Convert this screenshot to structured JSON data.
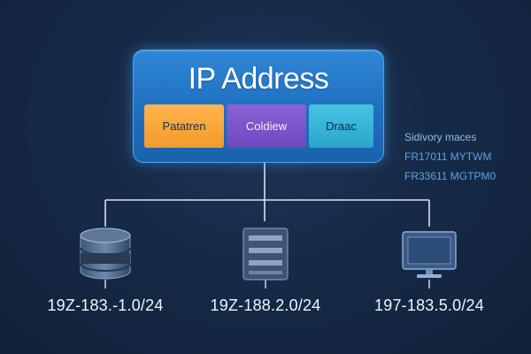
{
  "main": {
    "title": "IP Address",
    "tags": [
      {
        "label": "Patatren"
      },
      {
        "label": "Coldiew"
      },
      {
        "label": "Draac"
      }
    ]
  },
  "notes": [
    "Sidivory maces",
    "FR17011 MYTWM",
    "FR33611 MGTPM0"
  ],
  "nodes": [
    {
      "icon": "database-icon",
      "address": "19Z-183.-1.0/24"
    },
    {
      "icon": "server-icon",
      "address": "19Z-188.2.0/24"
    },
    {
      "icon": "monitor-icon",
      "address": "197-183.5.0/24"
    }
  ],
  "colors": {
    "background": "#162a47",
    "main_box": "#1f6fbf",
    "tag_orange": "#f39a2c",
    "tag_purple": "#6d48bf",
    "tag_cyan": "#2aa6cc",
    "connector": "#d6e2f0",
    "note_text": "#5aa3e6"
  }
}
